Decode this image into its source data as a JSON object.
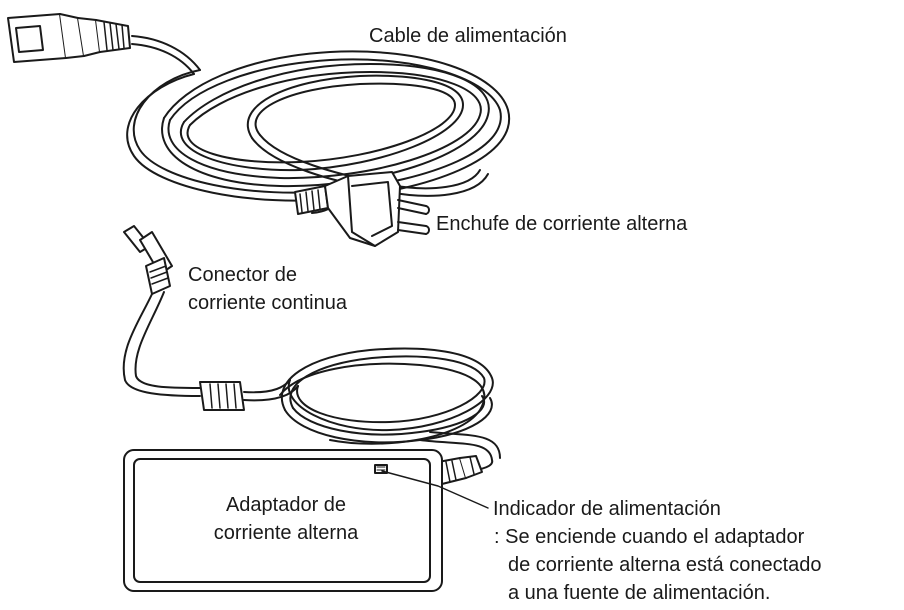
{
  "labels": {
    "power_cable": "Cable de alimentación",
    "ac_plug": "Enchufe de corriente alterna",
    "dc_connector_line1": "Conector de",
    "dc_connector_line2": "corriente continua",
    "adapter_line1": "Adaptador de",
    "adapter_line2": "corriente alterna",
    "indicator_title": "Indicador de alimentación",
    "indicator_desc_line1": ": Se enciende cuando el adaptador",
    "indicator_desc_line2": "de corriente alterna está conectado",
    "indicator_desc_line3": "a una fuente de alimentación."
  },
  "colors": {
    "line": "#1a1a1a",
    "fill": "#ffffff"
  }
}
